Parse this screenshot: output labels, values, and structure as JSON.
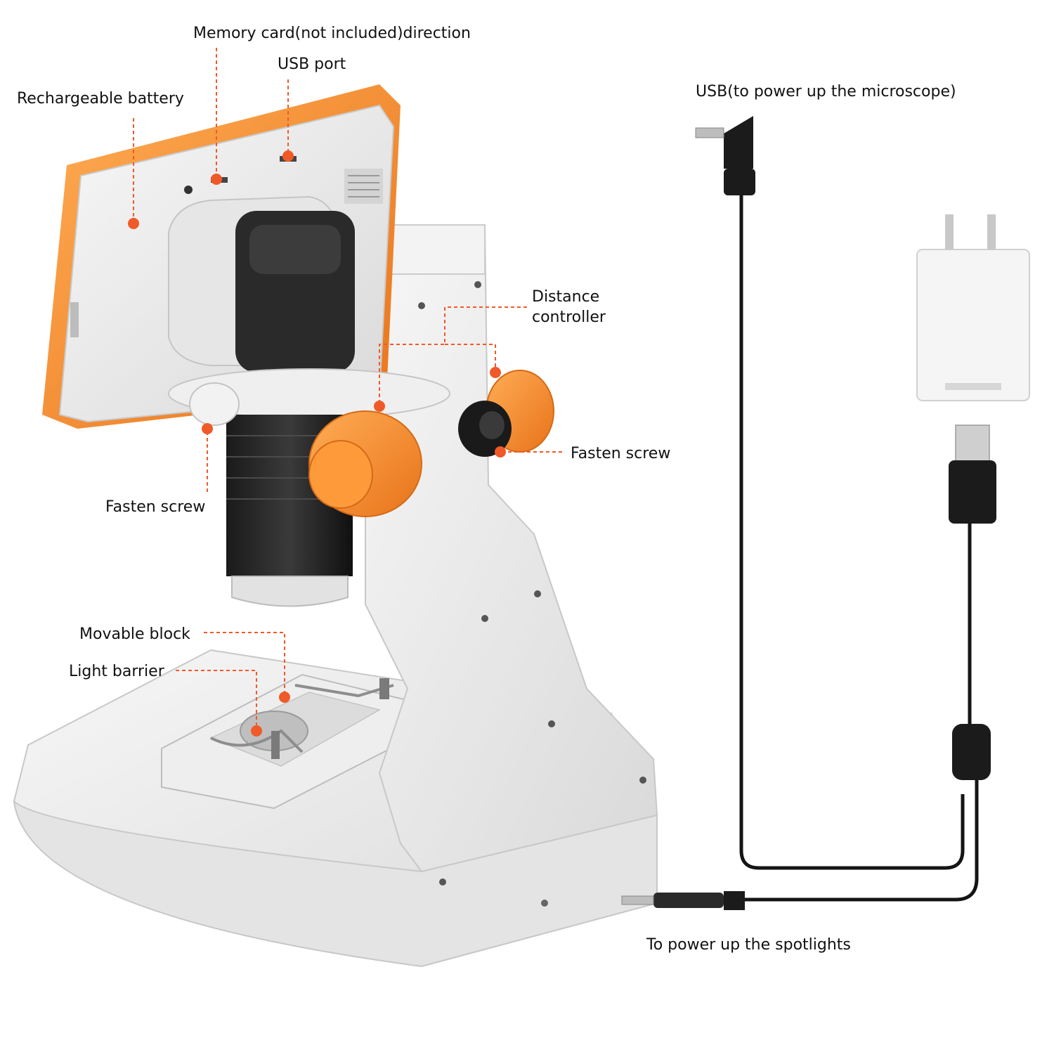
{
  "colors": {
    "accent": "#f05a28",
    "orange": "#f28a2a",
    "body": "#efefef",
    "cable": "#151515"
  },
  "labels": {
    "memory_card": "Memory card(not included)direction",
    "usb_port": "USB port",
    "battery": "Rechargeable battery",
    "usb_power": "USB(to power up the microscope)",
    "distance_line1": "Distance",
    "distance_line2": "controller",
    "fasten_right": "Fasten screw",
    "fasten_left": "Fasten screw",
    "movable_block": "Movable block",
    "light_barrier": "Light barrier",
    "spotlights": "To power up the spotlights"
  }
}
